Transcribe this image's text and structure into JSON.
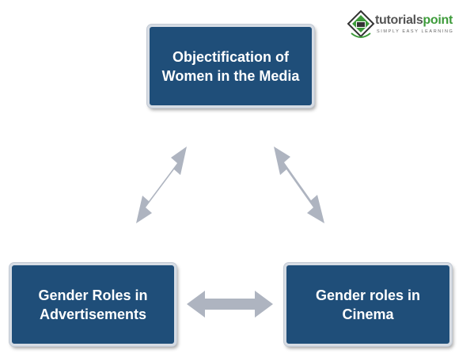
{
  "logo": {
    "word_part1": "tutorials",
    "word_part2": "point",
    "tagline": "SIMPLY EASY LEARNING",
    "icon": "tutorialspoint-logo-icon"
  },
  "nodes": {
    "top": "Objectification of\nWomen in the Media",
    "left": "Gender Roles in\nAdvertisements",
    "right": "Gender roles in\nCinema"
  },
  "connections": [
    {
      "from": "top",
      "to": "left",
      "type": "bidirectional"
    },
    {
      "from": "top",
      "to": "right",
      "type": "bidirectional"
    },
    {
      "from": "left",
      "to": "right",
      "type": "bidirectional"
    }
  ],
  "colors": {
    "node_fill": "#1f4e79",
    "node_border": "#d6dce4",
    "arrow_fill": "#aeb4c0",
    "logo_green": "#3d9b3a",
    "logo_gray": "#555555"
  }
}
